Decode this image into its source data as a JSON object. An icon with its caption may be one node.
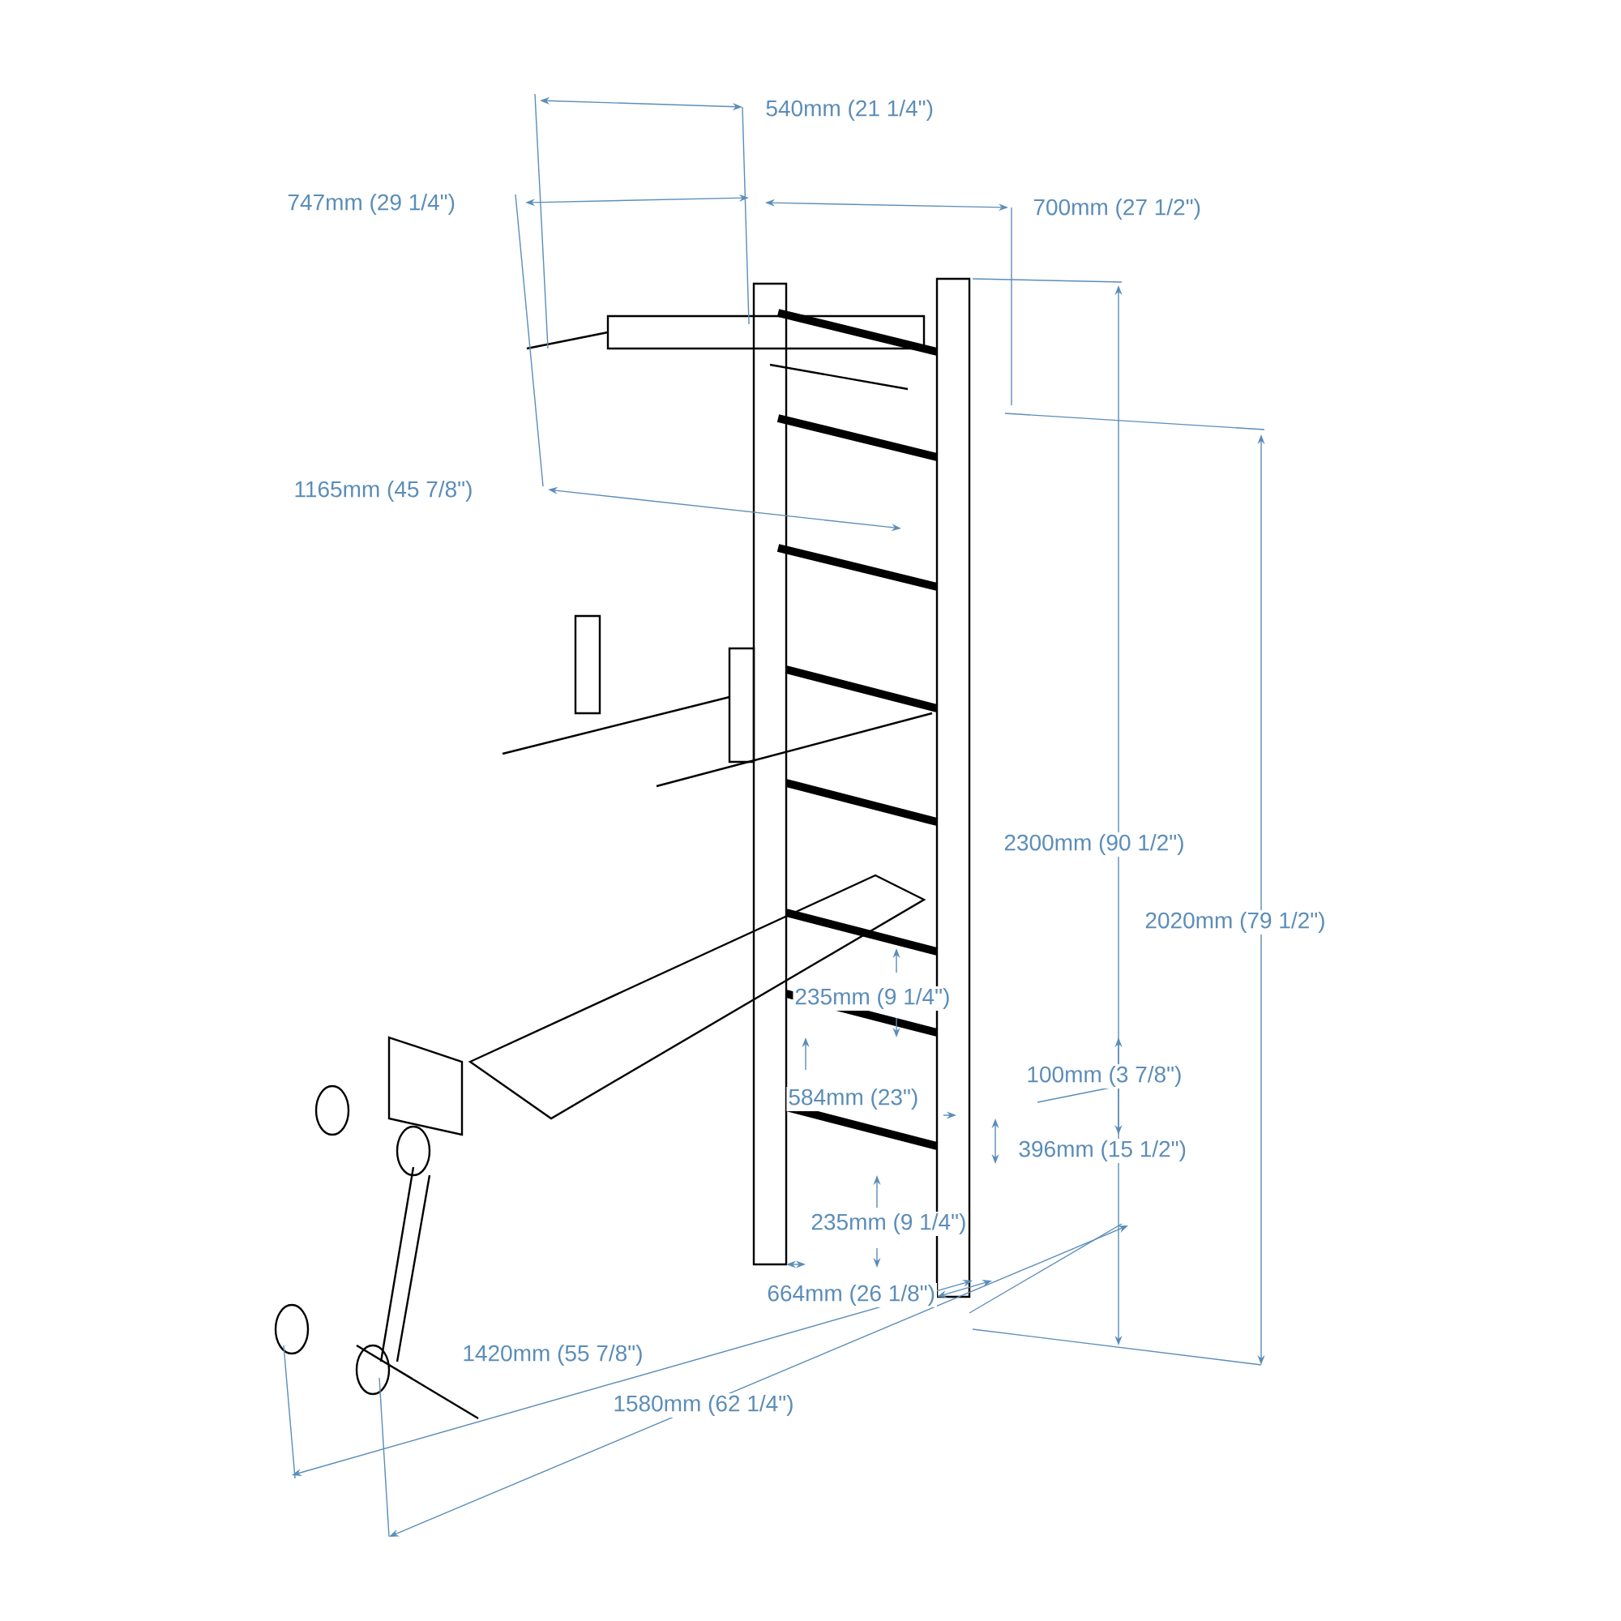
{
  "diagram": {
    "labels": [
      "540mm (21 1/4\")",
      "747mm (29 1/4\")",
      "700mm (27 1/2\")",
      "1165mm (45 7/8\")",
      "2300mm (90 1/2\")",
      "2020mm (79 1/2\")",
      "235mm (9 1/4\")",
      "100mm (3 7/8\")",
      "584mm (23\")",
      "396mm (15 1/2\")",
      "235mm (9 1/4\")",
      "664mm (26 1/8\")",
      "1420mm (55 7/8\")",
      "1580mm (62 1/4\")"
    ]
  }
}
